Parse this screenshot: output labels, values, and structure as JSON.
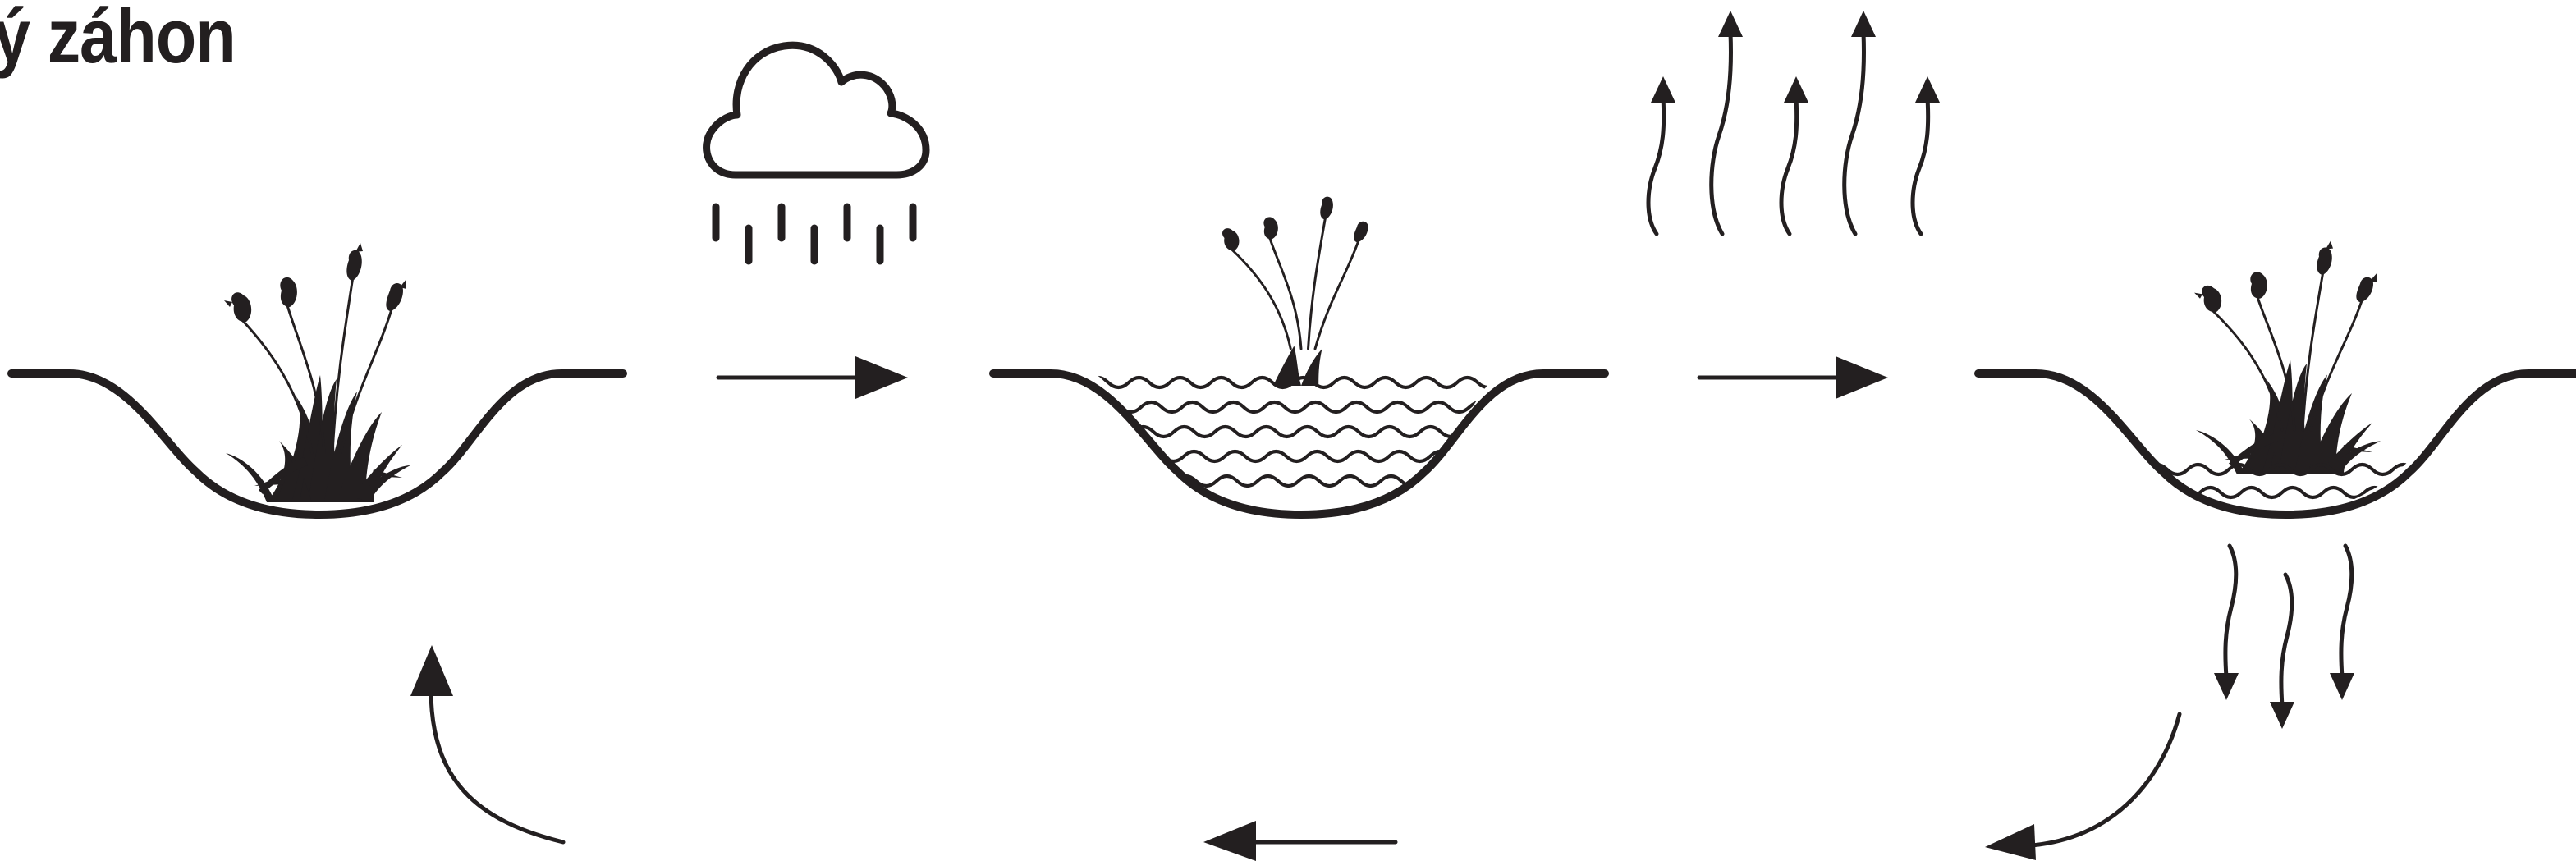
{
  "title": "ý záhon",
  "colors": {
    "ink": "#231f20",
    "background": "#ffffff"
  },
  "icons": {
    "rain": "rain-cloud-icon",
    "evaporation": "evaporation-arrows-icon",
    "infiltration": "infiltration-arrows-icon",
    "plant": "grass-plant-icon",
    "water": "water-waves-icon"
  },
  "stages": [
    {
      "name": "dry-bed",
      "water_level": "none"
    },
    {
      "name": "flooded-bed",
      "water_level": "full"
    },
    {
      "name": "draining-bed",
      "water_level": "low"
    }
  ]
}
